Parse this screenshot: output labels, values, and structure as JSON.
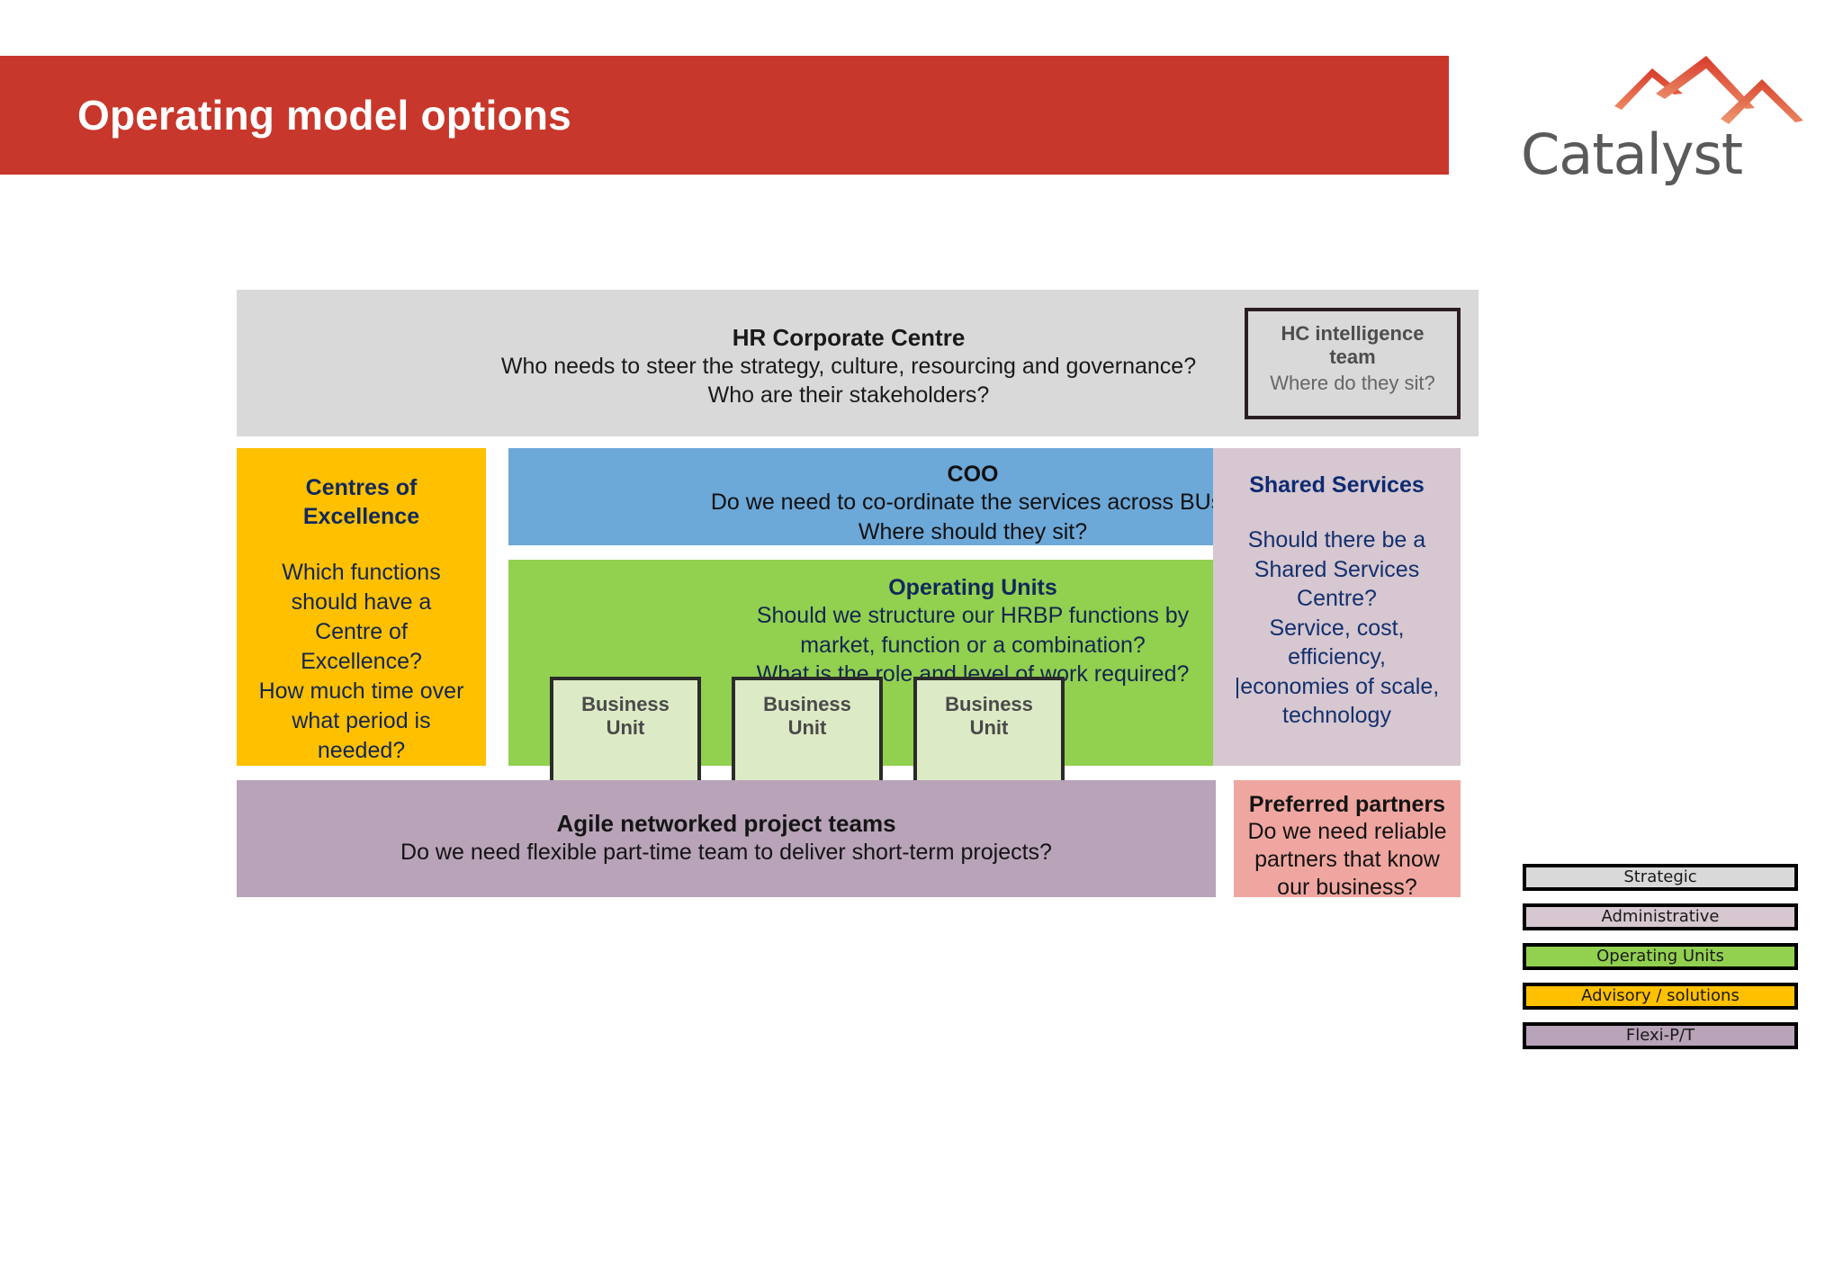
{
  "header": {
    "title": "Operating model options",
    "bar_color": "#C8372B"
  },
  "logo": {
    "wordmark": "Catalyst",
    "mark_name": "mountain-peaks-icon",
    "mark_color_dark": "#D9402E",
    "mark_color_light": "#E8734A",
    "word_color": "#5A5A5A"
  },
  "diagram": {
    "hr_corporate_centre": {
      "title": "HR Corporate Centre",
      "lines": [
        "Who needs to steer the strategy, culture, resourcing and governance?",
        "Who are their stakeholders?"
      ],
      "color": "#D9D9D9"
    },
    "hc_intelligence": {
      "title_lines": [
        "HC intelligence",
        "team"
      ],
      "body": "Where do they sit?",
      "color": "#D9D9D9",
      "border_color": "#2B1E22"
    },
    "centres_of_excellence": {
      "title_lines": [
        "Centres of",
        "Excellence"
      ],
      "lines": [
        "Which functions",
        "should have a",
        "Centre of",
        "Excellence?",
        "How much time over",
        "what period is",
        "needed?"
      ],
      "color": "#FFC000"
    },
    "coo": {
      "title": "COO",
      "lines": [
        "Do we need to co-ordinate the services across BUs?",
        "Where should they sit?"
      ],
      "color": "#6CA8D8"
    },
    "operating_units": {
      "title": "Operating Units",
      "lines": [
        "Should we structure our HRBP functions by",
        "market, function or a combination?",
        "What is the role and level of work required?"
      ],
      "color": "#92D050",
      "business_units": [
        {
          "line1": "Business",
          "line2": "Unit"
        },
        {
          "line1": "Business",
          "line2": "Unit"
        },
        {
          "line1": "Business",
          "line2": "Unit"
        }
      ],
      "business_unit_color": "#DCEBC5"
    },
    "shared_services": {
      "title": "Shared Services",
      "lines": [
        "Should there be a",
        "Shared Services",
        "Centre?",
        "Service, cost,",
        "efficiency,",
        "|economies of scale,",
        "technology"
      ],
      "color": "#D6C7D0"
    },
    "agile_teams": {
      "title": "Agile networked project teams",
      "lines": [
        "Do we need flexible part-time team to deliver short-term projects?"
      ],
      "color": "#B8A3B8"
    },
    "preferred_partners": {
      "title": "Preferred partners",
      "lines": [
        "Do we need reliable",
        "partners that know",
        "our business?"
      ],
      "color": "#F0A6A0"
    }
  },
  "legend": {
    "items": [
      {
        "label": "Strategic",
        "color": "#D9D9D9"
      },
      {
        "label": "Administrative",
        "color": "#D6C7D0"
      },
      {
        "label": "Operating Units",
        "color": "#92D050"
      },
      {
        "label": "Advisory / solutions",
        "color": "#FFC000"
      },
      {
        "label": "Flexi-P/T",
        "color": "#B8A3B8"
      }
    ]
  }
}
